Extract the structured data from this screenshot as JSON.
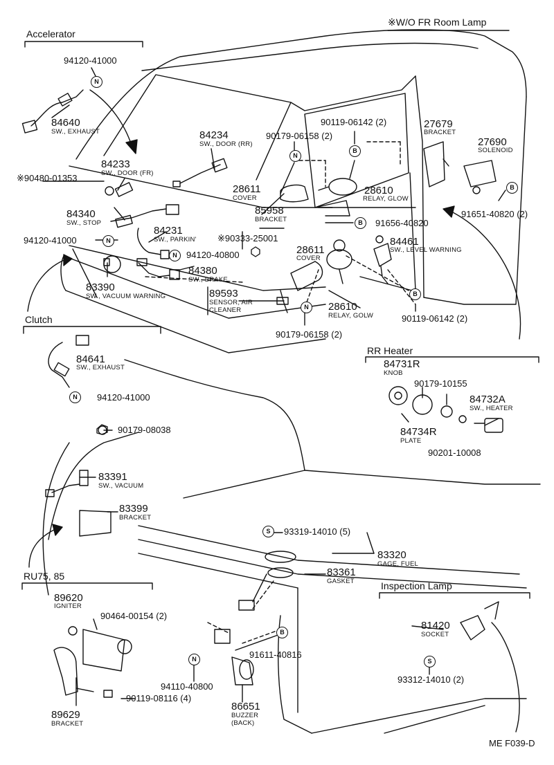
{
  "header": {
    "note": "※W/O FR Room Lamp"
  },
  "sections": {
    "accelerator": "Accelerator",
    "clutch": "Clutch",
    "rr_heater": "RR Heater",
    "ru75": "RU75, 85",
    "inspection_lamp": "Inspection Lamp"
  },
  "labels": {
    "p94120_41000_a": "94120-41000",
    "p84640": "84640",
    "p84640_desc": "SW., EXHAUST",
    "p84234": "84234",
    "p84234_desc": "SW., DOOR (RR)",
    "p90179_06158_top": "90179-06158 (2)",
    "p90119_06142_top": "90119-06142 (2)",
    "p27679": "27679",
    "p27679_desc": "BRACKET",
    "p27690": "27690",
    "p27690_desc": "SOLENOID",
    "p84233": "84233",
    "p84233_desc": "SW., DOOR (FR)",
    "p90480_01353": "※90480-01353",
    "p28611_top": "28611",
    "p28611_top_desc": "COVER",
    "p28610_top": "28610",
    "p28610_top_desc": "RELAY, GLOW",
    "p91651_40820": "91651-40820 (2)",
    "p85958": "85958",
    "p85958_desc": "BRACKET",
    "p91656_40820": "91656-40820",
    "p84340": "84340",
    "p84340_desc": "SW., STOP",
    "p84231": "84231",
    "p84231_desc": "SW., PARKIN'",
    "p90333_25001": "※90333-25001",
    "p94120_41000_b": "94120-41000",
    "p94120_40800": "94120-40800",
    "p28611_mid": "28611",
    "p28611_mid_desc": "COVER",
    "p84461": "84461",
    "p84461_desc": "SW., LEVEL WARNING",
    "p84380": "84380",
    "p84380_desc": "SW., BRAKE",
    "p83390": "83390",
    "p83390_desc": "SW., VACUUM WARNING",
    "p89593": "89593",
    "p89593_desc1": "SENSOR, AIR",
    "p89593_desc2": "CLEANER",
    "p28610_mid": "28610",
    "p28610_mid_desc": "RELAY, GOLW",
    "p90119_06142_mid": "90119-06142 (2)",
    "p90179_06158_mid": "90179-06158 (2)",
    "p84641": "84641",
    "p84641_desc": "SW., EXHAUST",
    "p94120_41000_c": "94120-41000",
    "p84731r": "84731R",
    "p84731r_desc": "KNOB",
    "p90179_10155": "90179-10155",
    "p84732a": "84732A",
    "p84732a_desc": "SW., HEATER",
    "p84734r": "84734R",
    "p84734r_desc": "PLATE",
    "p90201_10008": "90201-10008",
    "p90179_08038": "90179-08038",
    "p83391": "83391",
    "p83391_desc": "SW., VACUUM",
    "p83399": "83399",
    "p83399_desc": "BRACKET",
    "p93319_14010": "93319-14010 (5)",
    "p83320": "83320",
    "p83320_desc": "GAGE, FUEL",
    "p83361": "83361",
    "p83361_desc": "GASKET",
    "p89620": "89620",
    "p89620_desc": "IGNITER",
    "p90464_00154": "90464-00154 (2)",
    "p91611_40816": "91611-40816",
    "p81420": "81420",
    "p81420_desc": "SOCKET",
    "p94110_40800": "94110-40800",
    "p93312_14010": "93312-14010 (2)",
    "p89629": "89629",
    "p89629_desc": "BRACKET",
    "p90119_08116": "90119-08116 (4)",
    "p86651": "86651",
    "p86651_desc1": "BUZZER",
    "p86651_desc2": "(BACK)",
    "footer_code": "ME F039-D"
  },
  "badges": {
    "n": "N",
    "b": "B",
    "s": "S"
  }
}
